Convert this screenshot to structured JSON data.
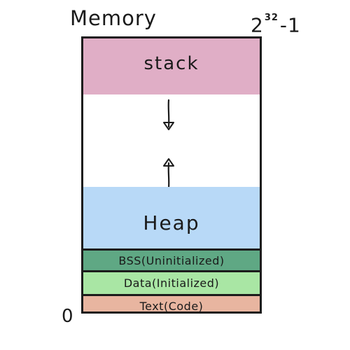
{
  "title": "Memory",
  "address_top": {
    "base": "2",
    "exponent": "32",
    "suffix": "-1"
  },
  "address_bottom": "0",
  "regions": {
    "stack": "stack",
    "heap": "Heap",
    "bss": "BSS(Uninitialized)",
    "data": "Data(Initialized)",
    "text": "Text(Code)"
  },
  "colors": {
    "stack": "#e0aec6",
    "free": "#ffffff",
    "heap": "#b8d9f7",
    "bss": "#5fa884",
    "data": "#a9e6a4",
    "text": "#e8b5a0",
    "outline": "#1c1c1c"
  },
  "icons": {
    "stack_growth": "arrow-down-icon",
    "heap_growth": "arrow-up-icon"
  }
}
